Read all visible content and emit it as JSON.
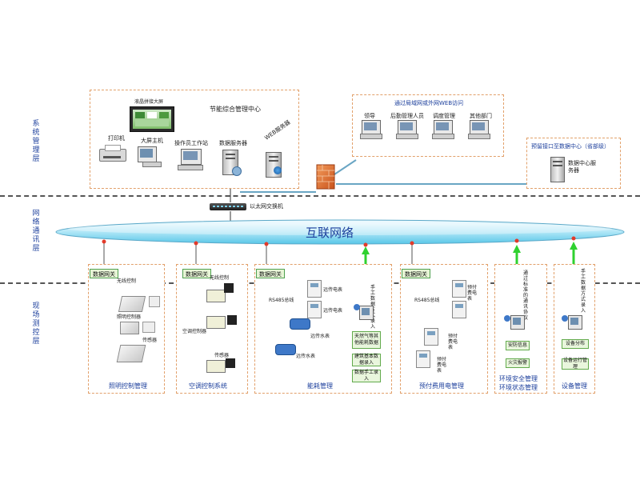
{
  "layers": {
    "system": "系统管理层",
    "network": "网络通讯层",
    "field": "现场测控层"
  },
  "top": {
    "center_title": "节能综合管理中心",
    "lcd_wall": "液晶拼接大屏",
    "printer": "打印机",
    "large_screen_host": "大屏主机",
    "operator_ws": "操作员工作站",
    "data_server": "数据服务器",
    "web_server": "WEB服务器",
    "lan_title": "通过局域网或外网WEB访问",
    "leader": "领导",
    "logistics": "后勤管理人员",
    "dispatch": "调度管理",
    "other_dept": "其他部门",
    "reserve_title": "预留接口至数据中心（省部级）",
    "dc_server": "数据中心服务器"
  },
  "switch_label": "以太网交换机",
  "internet_label": "互联网络",
  "gateway_label": "数据网关",
  "field": {
    "lighting": {
      "wireless": "无线控制",
      "controller": "照明控制器",
      "sensor": "传感器",
      "title": "照明控制管理"
    },
    "ac": {
      "wireless": "无线控制",
      "controller": "空调控制器",
      "sensor": "传感器",
      "title": "空调控制系统"
    },
    "energy": {
      "rs485": "RS485总线",
      "remote_elec1": "远传电表",
      "remote_elec2": "远传电表",
      "remote_water1": "远传水表",
      "remote_water2": "远传水表",
      "manual_input": "手工数据方式录入",
      "btn_gas": "天然气等其他能耗数据",
      "btn_building": "建筑基本数据录入",
      "btn_manual": "数据手工录入",
      "title": "能耗管理"
    },
    "prepaid": {
      "rs485": "RS485总线",
      "meter1": "预付费电表",
      "meter2": "预付费电表",
      "meter3": "预付费电表",
      "title": "预付费用电管理"
    },
    "env": {
      "protocol": "通过标准的通讯协议",
      "btn_security": "安防信息",
      "btn_fire": "火灾报警",
      "title1": "环境安全管理",
      "title2": "环境状态管理"
    },
    "equip": {
      "manual_input": "手工数据方式录入",
      "btn_dist": "设备分布",
      "btn_run": "设备运行管理",
      "title": "设备管理"
    }
  }
}
